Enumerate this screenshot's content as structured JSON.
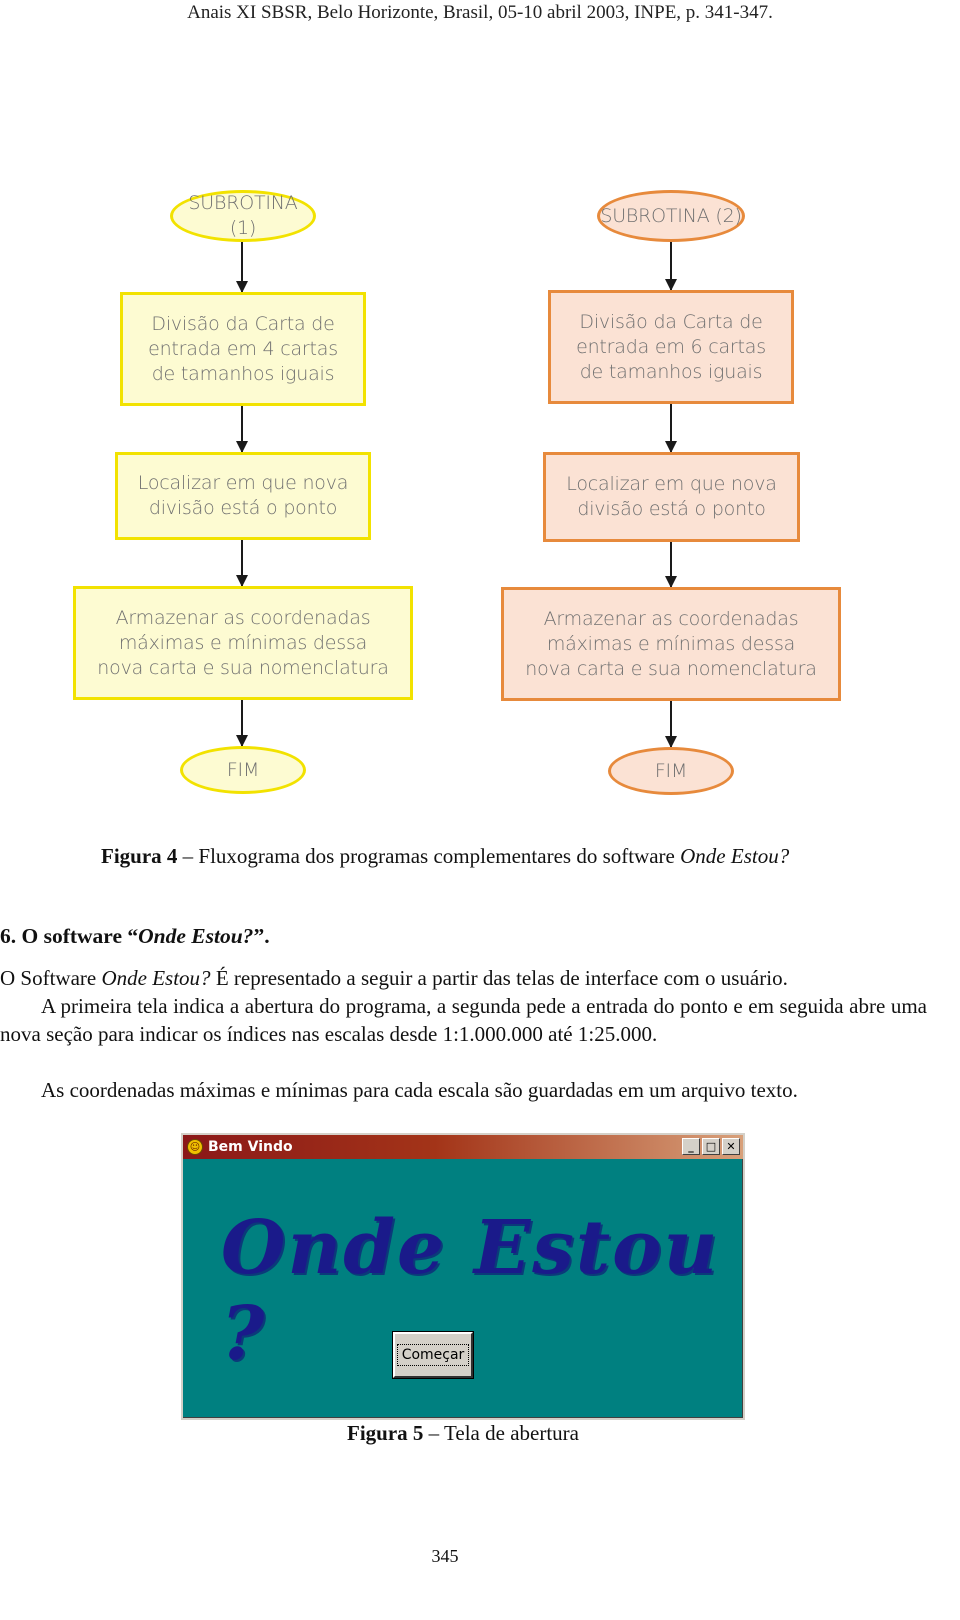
{
  "header": {
    "text": "Anais XI SBSR, Belo Horizonte, Brasil, 05-10 abril 2003, INPE, p. 341-347."
  },
  "flowchart": {
    "left": {
      "start": "SUBROTINA (1)",
      "step1": "Divisão da Carta de\nentrada em 4 cartas\nde tamanhos iguais",
      "step2": "Localizar em que nova\ndivisão está o ponto",
      "step3": "Armazenar as coordenadas\nmáximas e mínimas dessa\nnova carta e sua nomenclatura",
      "end": "FIM",
      "color": "#f2e200"
    },
    "right": {
      "start": "SUBROTINA (2)",
      "step1": "Divisão da Carta de\nentrada em 6 cartas\nde tamanhos iguais",
      "step2": "Localizar em que nova\ndivisão está o ponto",
      "step3": "Armazenar as coordenadas\nmáximas e mínimas dessa\nnova carta e sua nomenclatura",
      "end": "FIM",
      "color": "#e78a3c"
    }
  },
  "figure4": {
    "label": "Figura 4",
    "text": " – Fluxograma dos programas complementares do software ",
    "italic": "Onde Estou?"
  },
  "section": {
    "title_prefix": "6. O software “",
    "title_italic": "Onde Estou?",
    "title_suffix": "”."
  },
  "paragraphs": {
    "p1_prefix": "O Software ",
    "p1_italic": "Onde Estou?",
    "p1_suffix": " É representado a seguir a partir das telas de interface com o usuário.",
    "p2": "A primeira tela indica a abertura do programa, a segunda pede a entrada do ponto e em seguida abre uma nova seção para indicar os índices nas escalas desde 1:1.000.000 até 1:25.000.",
    "p3": "As coordenadas máximas e mínimas para cada escala são guardadas em um arquivo texto."
  },
  "window": {
    "title": "Bem Vindo",
    "brand": "Onde Estou ?",
    "button_label": "Começar",
    "bg_color": "#008080"
  },
  "figure5": {
    "label": "Figura 5",
    "text": " – Tela de abertura"
  },
  "page_number": "345"
}
